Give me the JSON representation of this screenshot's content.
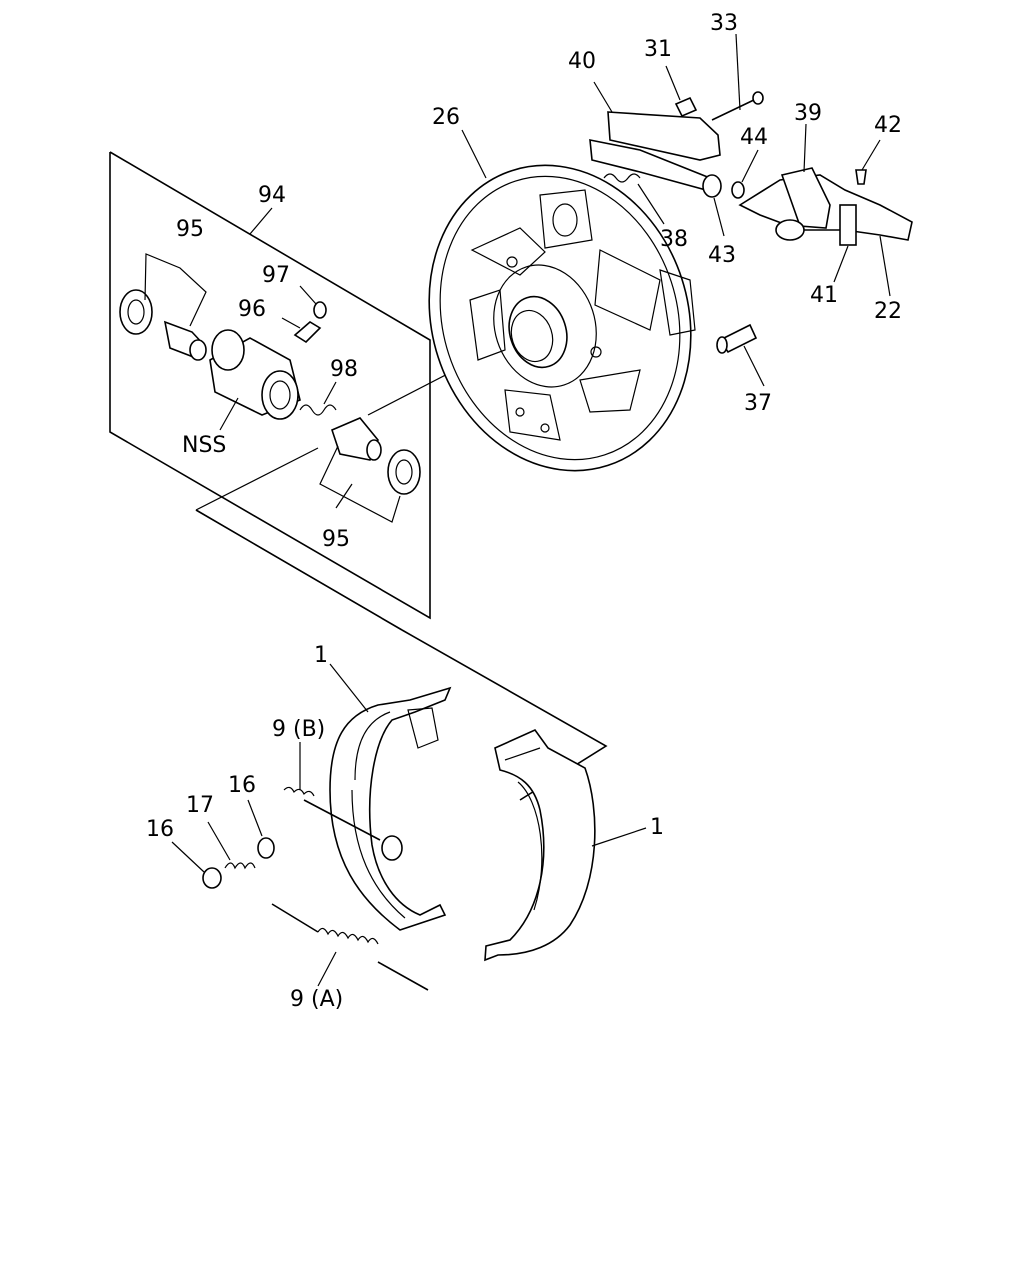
{
  "diagram": {
    "callouts": {
      "c33": "33",
      "c31": "31",
      "c40": "40",
      "c26": "26",
      "c39": "39",
      "c42": "42",
      "c44": "44",
      "c38": "38",
      "c43": "43",
      "c41": "41",
      "c22": "22",
      "c37": "37",
      "c94": "94",
      "c95_top": "95",
      "c97": "97",
      "c96": "96",
      "c98": "98",
      "cNSS": "NSS",
      "c95_bottom": "95",
      "c1_left": "1",
      "c1_right": "1",
      "c9B": "9 (B)",
      "c16_right": "16",
      "c17": "17",
      "c16_left": "16",
      "c9A": "9 (A)"
    },
    "colors": {
      "line": "#000000",
      "background": "#ffffff"
    }
  }
}
